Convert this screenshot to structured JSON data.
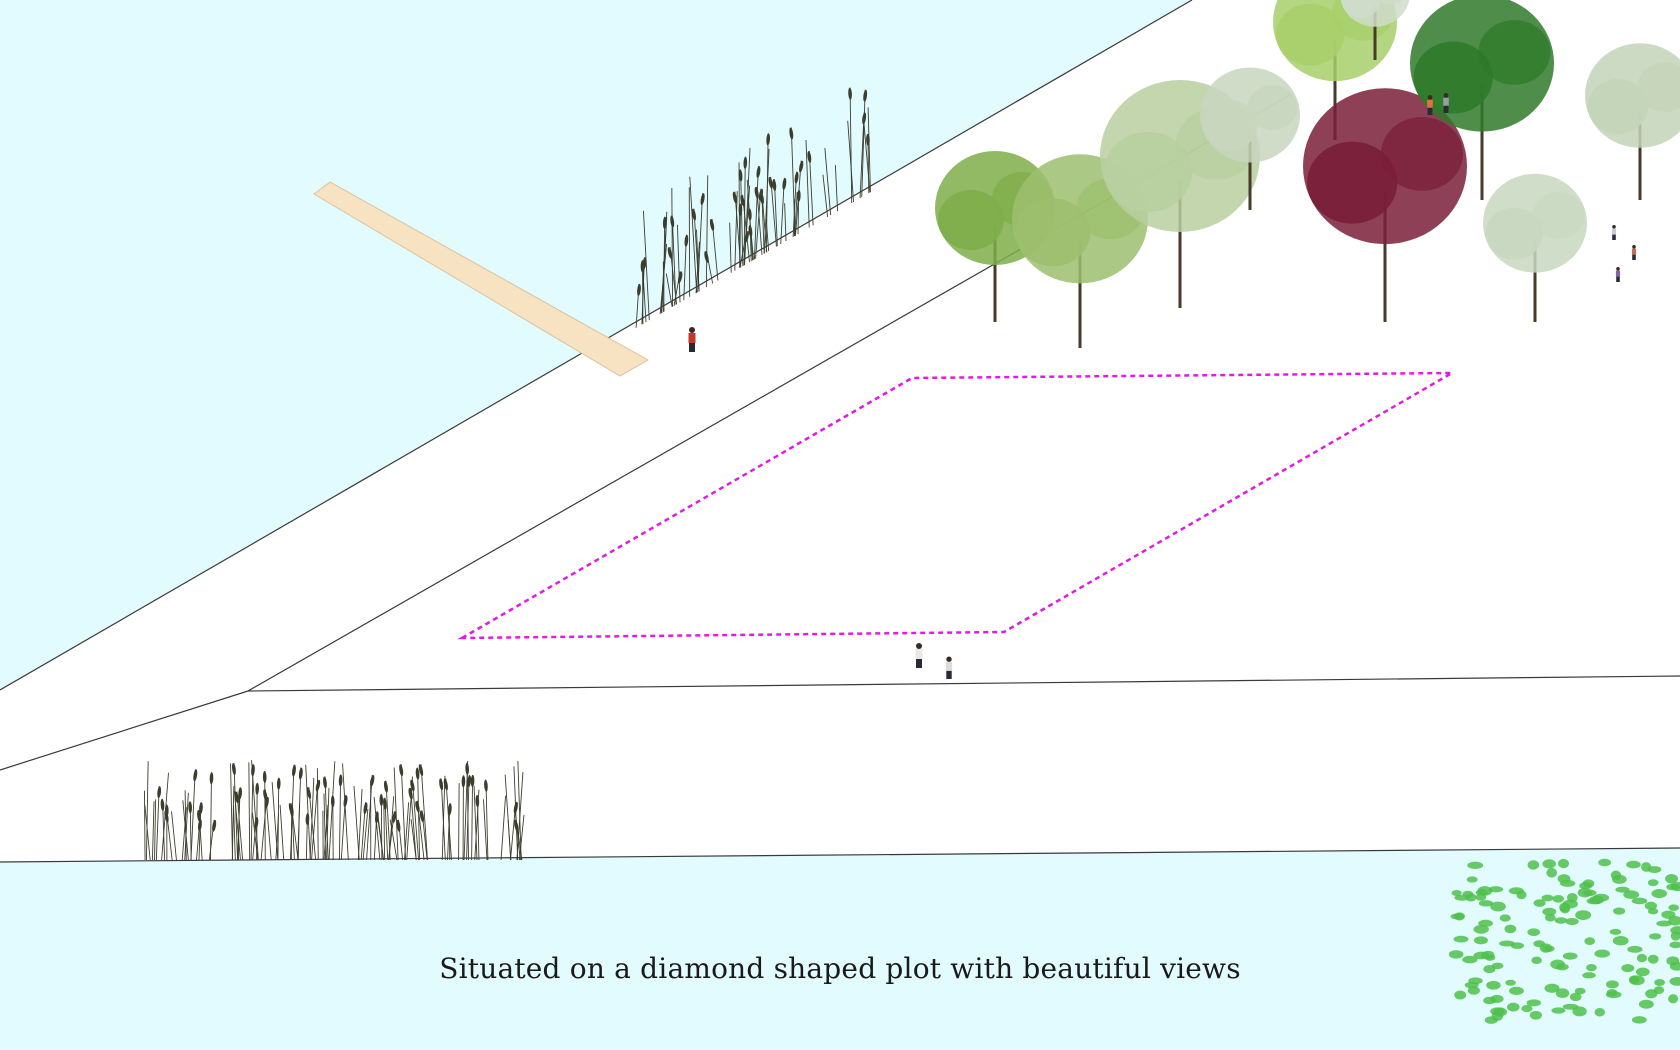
{
  "caption": "Situated on a diamond shaped plot with beautiful views",
  "colors": {
    "water": "#e2fbff",
    "ground": "#ffffff",
    "edge_line": "#3a3a3a",
    "plot_outline": "#e21be2",
    "jetty": "#f7e2c2",
    "tree_green": "#7fae4a",
    "tree_dark_green": "#2f7a2a",
    "tree_purple": "#7a1e3a",
    "lily_pad": "#4fbf4a",
    "reed": "#3d3d2e"
  },
  "icons": {
    "plot": "diamond-plot-outline",
    "jetty": "wooden-jetty",
    "trees": "tree-icon",
    "reeds": "reed-grass",
    "people": "person-figure",
    "lily_pads": "lily-pad-cluster"
  }
}
